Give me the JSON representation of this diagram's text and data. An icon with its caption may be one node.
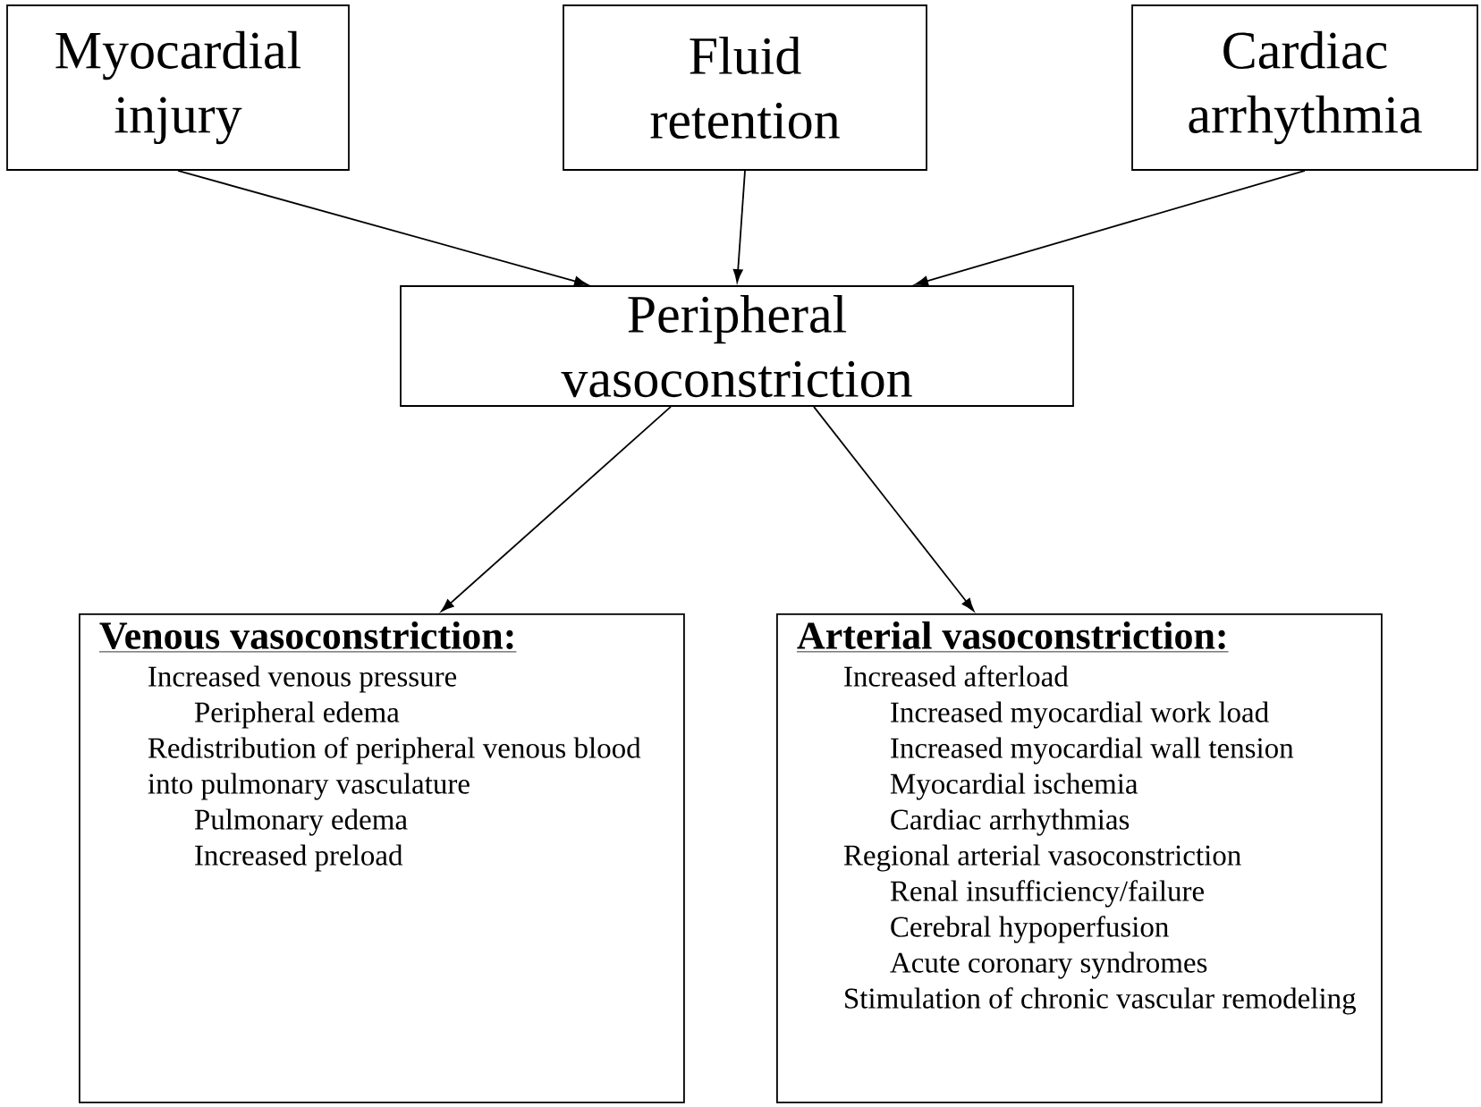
{
  "diagram": {
    "nodes": [
      {
        "text": [
          "Myocardial injury"
        ]
      },
      {
        "text": [
          "Fluid retention"
        ]
      },
      {
        "text": [
          "Cardiac arrhythmia"
        ]
      },
      {
        "text": [
          "Peripheral vasoconstriction"
        ]
      },
      {
        "text": [
          "Venous vasoconstriction:",
          "Increased venous pressure",
          "Peripheral edema",
          "Redistribution of peripheral venous blood into pulmonary vasculature",
          "Pulmonary edema",
          "Increased preload"
        ]
      },
      {
        "text": [
          "Arterial vasoconstriction:",
          "Increased afterload",
          "Increased myocardial work load",
          "Increased myocardial wall tension",
          "Myocardial ischemia",
          "Cardiac arrhythmias",
          "Regional arterial vasoconstriction",
          "Renal insufficiency/failure",
          "Cerebral hypoperfusion",
          "Acute coronary syndromes",
          "Stimulation of chronic vascular remodeling"
        ]
      }
    ],
    "edges": [
      {
        "from": 0,
        "to": 3,
        "arrow": "to"
      },
      {
        "from": 1,
        "to": 3,
        "arrow": "to"
      },
      {
        "from": 2,
        "to": 3,
        "arrow": "to"
      },
      {
        "from": 3,
        "to": 4,
        "arrow": "to"
      },
      {
        "from": 3,
        "to": 5,
        "arrow": "to"
      }
    ]
  }
}
